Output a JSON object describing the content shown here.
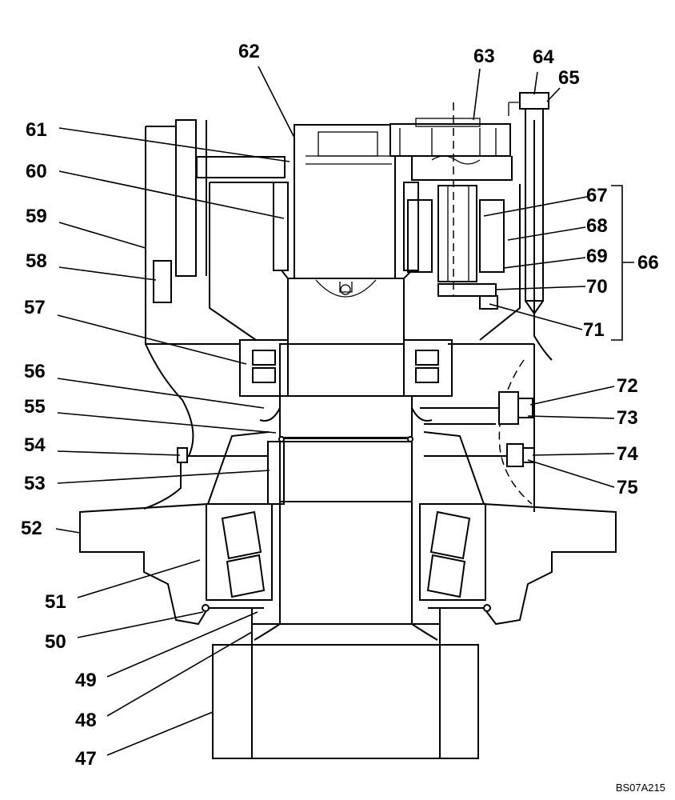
{
  "figure_code": "BS07A215",
  "part_numbers": {
    "p47": "47",
    "p48": "48",
    "p49": "49",
    "p50": "50",
    "p51": "51",
    "p52": "52",
    "p53": "53",
    "p54": "54",
    "p55": "55",
    "p56": "56",
    "p57": "57",
    "p58": "58",
    "p59": "59",
    "p60": "60",
    "p61": "61",
    "p62": "62",
    "p63": "63",
    "p64": "64",
    "p65": "65",
    "p66": "66",
    "p67": "67",
    "p68": "68",
    "p69": "69",
    "p70": "70",
    "p71": "71",
    "p72": "72",
    "p73": "73",
    "p74": "74",
    "p75": "75"
  }
}
